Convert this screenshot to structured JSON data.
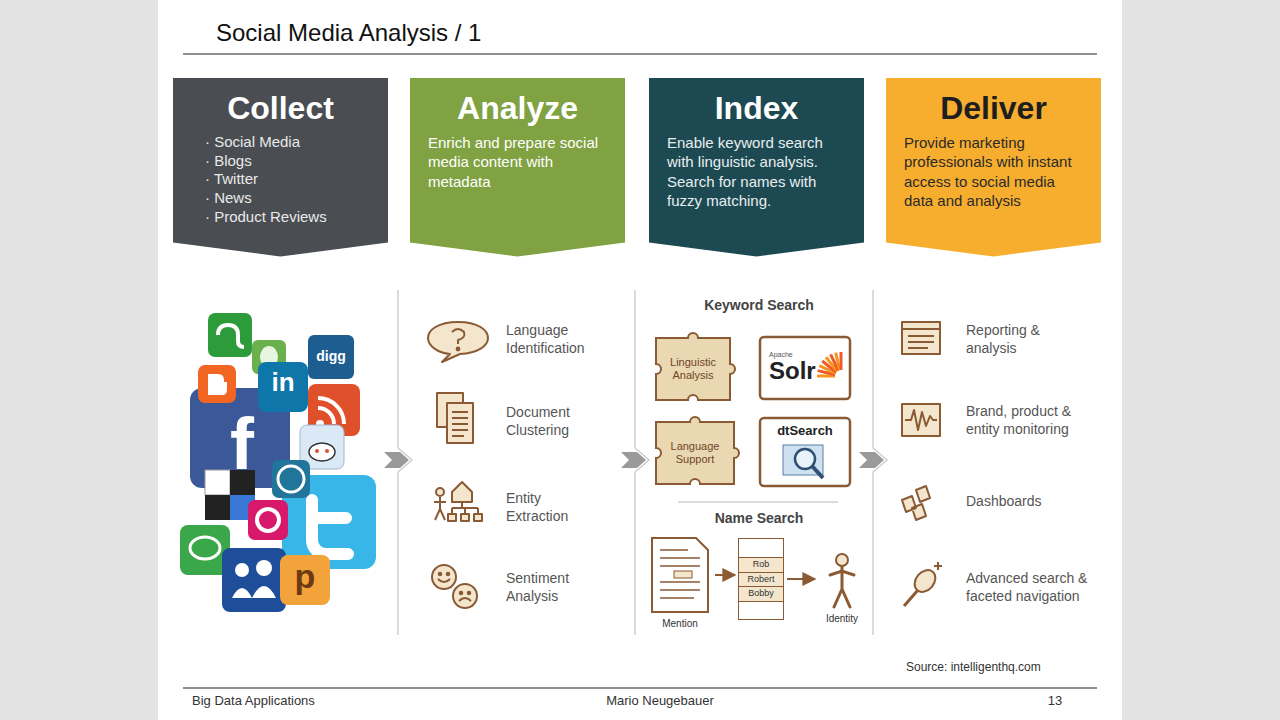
{
  "diagram": {
    "title": "Social Media Analysis / 1",
    "nodes": [
      {
        "text": [
          "Collect",
          "· Social Media",
          "· Blogs",
          "· Twitter",
          "· News",
          "· Product Reviews"
        ]
      },
      {
        "text": [
          "Analyze",
          "Enrich and prepare social media content with metadata"
        ]
      },
      {
        "text": [
          "Index",
          "Enable keyword search with linguistic analysis. Search for names with fuzzy matching."
        ]
      },
      {
        "text": [
          "Deliver",
          "Provide marketing professionals with instant access to social media data and analysis"
        ]
      },
      {
        "text": [
          "Linguistic Analysis"
        ]
      },
      {
        "text": [
          "Apache",
          "Solr"
        ]
      },
      {
        "text": [
          "Language Support"
        ]
      },
      {
        "text": [
          "dtSearch"
        ]
      },
      {
        "text": [
          "Mention"
        ]
      },
      {
        "text": [
          "Rob",
          "Robert",
          "Bobby"
        ]
      },
      {
        "text": [
          "Identity"
        ]
      }
    ],
    "edges": [
      {
        "from": 8,
        "to": 9,
        "arrow": "to"
      },
      {
        "from": 9,
        "to": 10,
        "arrow": "to"
      }
    ],
    "labels": [
      "Language Identification",
      "Document Clustering",
      "Entity Extraction",
      "Sentiment Analysis",
      "Keyword Search",
      "Name Search",
      "Reporting & analysis",
      "Brand, product & entity monitoring",
      "Dashboards",
      "Advanced search & faceted navigation",
      "Source: intelligenthq.com",
      "Big Data Applications",
      "Mario Neugebauer",
      "13",
      "digg",
      "in",
      "f",
      "p"
    ]
  }
}
